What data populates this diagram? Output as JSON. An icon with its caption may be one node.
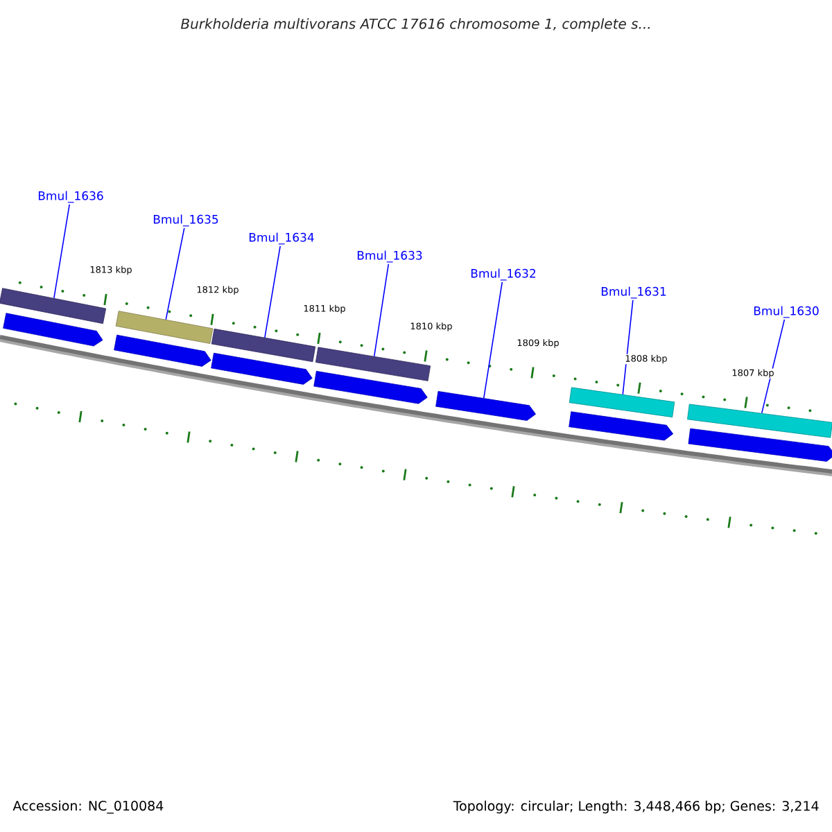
{
  "diagram": {
    "title": "Burkholderia multivorans ATCC 17616 chromosome 1, complete s...",
    "nodes": [
      {
        "text": [
          "Bmul_1636"
        ]
      },
      {
        "text": [
          "Bmul_1635"
        ]
      },
      {
        "text": [
          "Bmul_1634"
        ]
      },
      {
        "text": [
          "Bmul_1633"
        ]
      },
      {
        "text": [
          "Bmul_1632"
        ]
      },
      {
        "text": [
          "Bmul_1631"
        ]
      },
      {
        "text": [
          "Bmul_1630"
        ]
      },
      {
        "text": [],
        "shape": "bar"
      },
      {
        "text": [],
        "shape": "bar"
      },
      {
        "text": [],
        "shape": "bar"
      },
      {
        "text": [],
        "shape": "bar"
      },
      {
        "text": [],
        "shape": "bar"
      },
      {
        "text": [],
        "shape": "bar"
      },
      {
        "text": [],
        "shape": "arrow"
      },
      {
        "text": [],
        "shape": "arrow"
      },
      {
        "text": [],
        "shape": "arrow"
      },
      {
        "text": [],
        "shape": "arrow"
      },
      {
        "text": [],
        "shape": "arrow"
      },
      {
        "text": [],
        "shape": "arrow"
      },
      {
        "text": [],
        "shape": "arrow"
      }
    ],
    "edges": [
      {
        "from": 0,
        "to": 7,
        "arrow": "none"
      },
      {
        "from": 1,
        "to": 8,
        "arrow": "none"
      },
      {
        "from": 2,
        "to": 9,
        "arrow": "none"
      },
      {
        "from": 3,
        "to": 10,
        "arrow": "none"
      },
      {
        "from": 4,
        "to": 17,
        "arrow": "none"
      },
      {
        "from": 5,
        "to": 11,
        "arrow": "none"
      },
      {
        "from": 6,
        "to": 12,
        "arrow": "none"
      }
    ],
    "labels": [
      "1813 kbp",
      "1812 kbp",
      "1811 kbp",
      "1810 kbp",
      "1809 kbp",
      "1808 kbp",
      "1807 kbp",
      "Accession: NC_010084",
      "Topology: circular; Length: 3,448,466 bp; Genes: 3,214"
    ]
  }
}
